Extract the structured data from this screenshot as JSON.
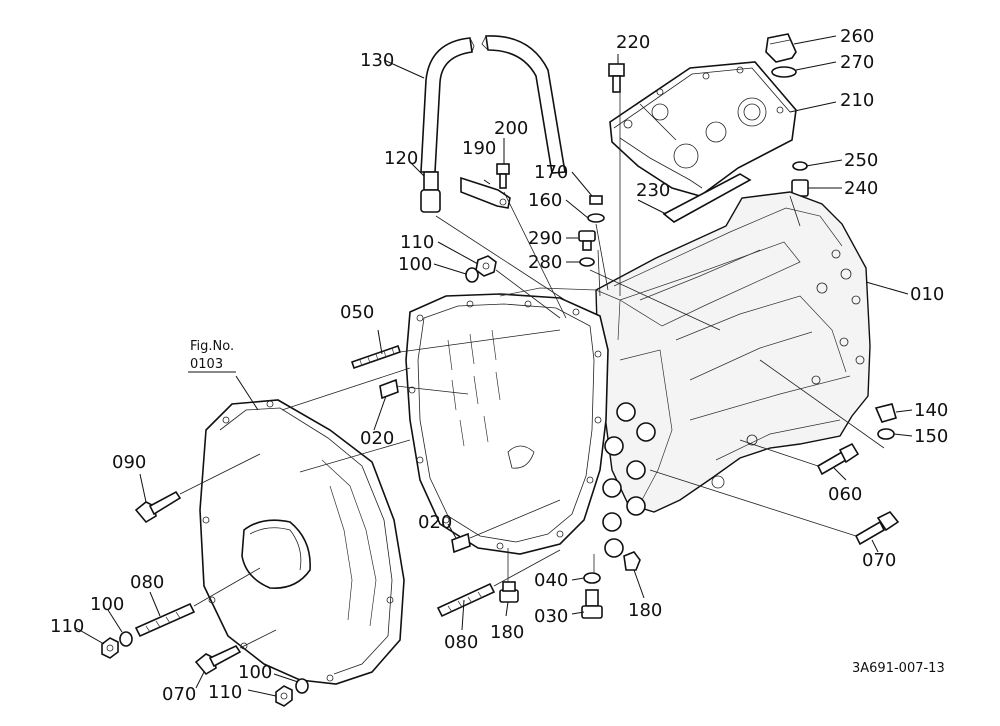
{
  "figure_ref": {
    "title": "Fig.No.",
    "number": "0103"
  },
  "drawing_code": "3A691-007-13",
  "callouts": [
    {
      "id": "130",
      "text": "130"
    },
    {
      "id": "120",
      "text": "120"
    },
    {
      "id": "190",
      "text": "190"
    },
    {
      "id": "200",
      "text": "200"
    },
    {
      "id": "220",
      "text": "220"
    },
    {
      "id": "260",
      "text": "260"
    },
    {
      "id": "270",
      "text": "270"
    },
    {
      "id": "210",
      "text": "210"
    },
    {
      "id": "170",
      "text": "170"
    },
    {
      "id": "160",
      "text": "160"
    },
    {
      "id": "230",
      "text": "230"
    },
    {
      "id": "250",
      "text": "250"
    },
    {
      "id": "240",
      "text": "240"
    },
    {
      "id": "290",
      "text": "290"
    },
    {
      "id": "280",
      "text": "280"
    },
    {
      "id": "110a",
      "text": "110"
    },
    {
      "id": "100a",
      "text": "100"
    },
    {
      "id": "010",
      "text": "010"
    },
    {
      "id": "050",
      "text": "050"
    },
    {
      "id": "020a",
      "text": "020"
    },
    {
      "id": "090",
      "text": "090"
    },
    {
      "id": "140",
      "text": "140"
    },
    {
      "id": "150",
      "text": "150"
    },
    {
      "id": "060",
      "text": "060"
    },
    {
      "id": "020b",
      "text": "020"
    },
    {
      "id": "070a",
      "text": "070"
    },
    {
      "id": "080a",
      "text": "080"
    },
    {
      "id": "100b",
      "text": "100"
    },
    {
      "id": "110b",
      "text": "110"
    },
    {
      "id": "040",
      "text": "040"
    },
    {
      "id": "030",
      "text": "030"
    },
    {
      "id": "180a",
      "text": "180"
    },
    {
      "id": "180b",
      "text": "180"
    },
    {
      "id": "080b",
      "text": "080"
    },
    {
      "id": "070b",
      "text": "070"
    },
    {
      "id": "100c",
      "text": "100"
    },
    {
      "id": "110c",
      "text": "110"
    }
  ]
}
